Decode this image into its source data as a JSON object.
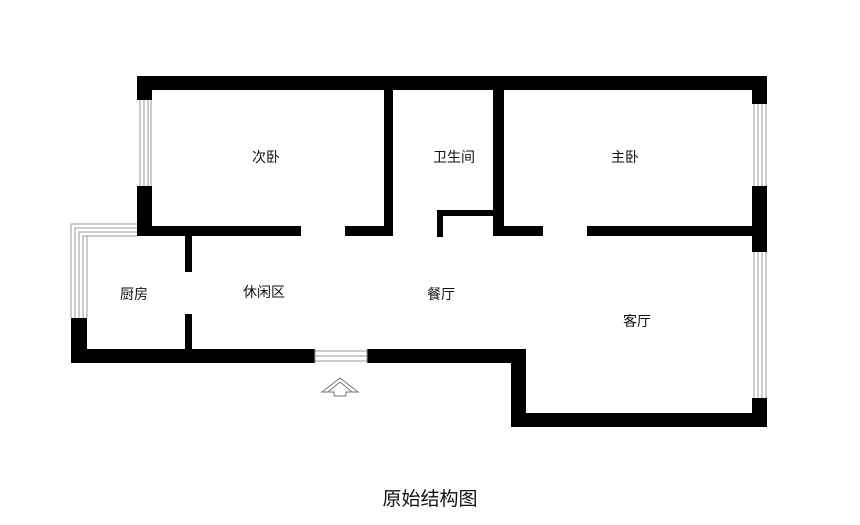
{
  "rooms": {
    "second_bedroom": "次卧",
    "bathroom": "卫生间",
    "master_bedroom": "主卧",
    "kitchen": "厨房",
    "leisure_area": "休闲区",
    "dining_room": "餐厅",
    "living_room": "客厅"
  },
  "caption": "原始结构图",
  "entrance_marker": "entrance-arrow-icon",
  "colors": {
    "wall": "#000000",
    "window": "#888888",
    "background": "#ffffff"
  }
}
